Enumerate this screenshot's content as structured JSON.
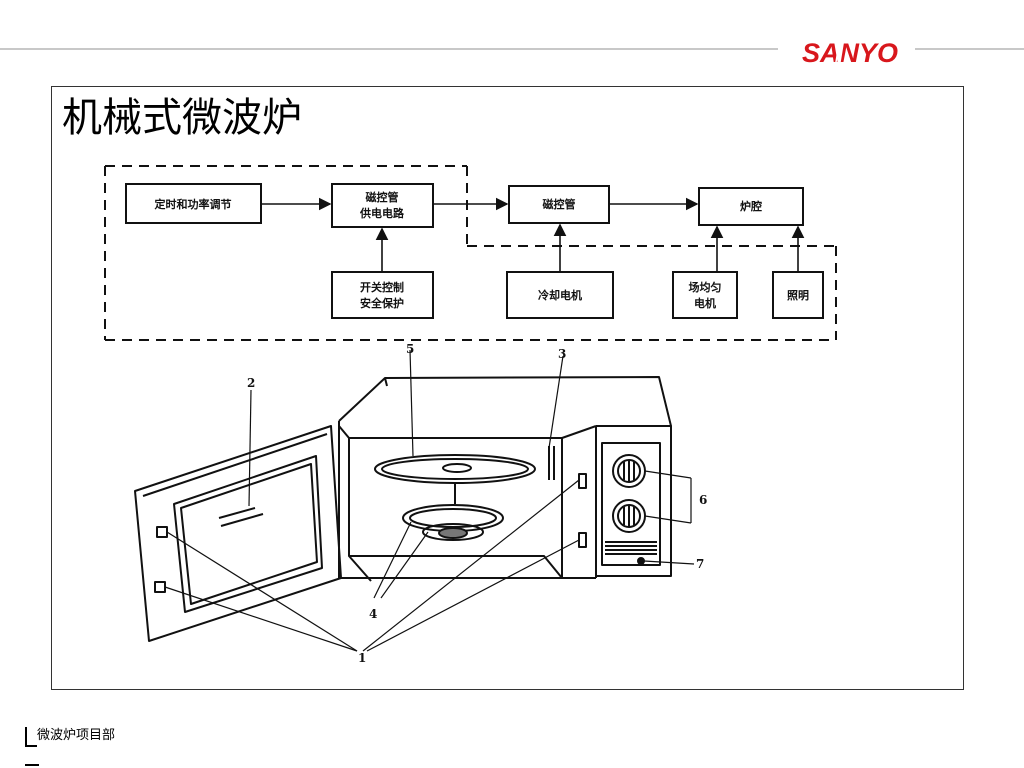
{
  "header": {
    "brand": "SANYO",
    "brand_color": "#d8171c"
  },
  "slide": {
    "title": "机械式微波炉"
  },
  "block_diagram": {
    "boxes": {
      "timer": "定时和功率调节",
      "supply_line1": "磁控管",
      "supply_line2": "供电电路",
      "magnetron": "磁控管",
      "cavity": "炉腔",
      "switch_line1": "开关控制",
      "switch_line2": "安全保护",
      "cooling_motor": "冷却电机",
      "stirrer_line1": "场均匀",
      "stirrer_line2": "电机",
      "lighting": "照明"
    }
  },
  "illustration": {
    "callouts": [
      "1",
      "2",
      "3",
      "4",
      "5",
      "6",
      "7"
    ]
  },
  "footer": {
    "department": "微波炉项目部"
  }
}
